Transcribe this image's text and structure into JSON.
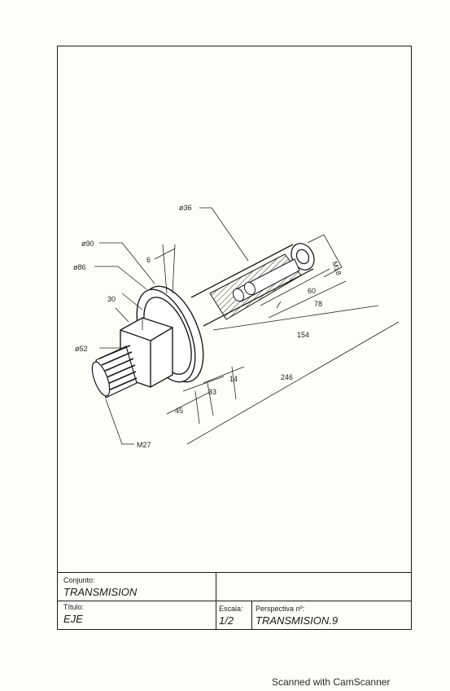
{
  "drawing": {
    "dimensions": {
      "d90": "ø90",
      "d86": "ø86",
      "d36": "ø36",
      "d52": "ø52",
      "m27": "M27",
      "m18": "M18",
      "w6": "6",
      "w30": "30",
      "w14": "14",
      "w33": "33",
      "w45": "45",
      "l60": "60",
      "l78": "78",
      "l154": "154",
      "l246": "246"
    }
  },
  "title_block": {
    "conjunto_label": "Conjunto:",
    "conjunto_value": "TRANSMISION",
    "titulo_label": "Título:",
    "titulo_value": "EJE",
    "escala_label": "Escala:",
    "escala_value": "1/2",
    "perspectiva_label": "Perspectiva nº:",
    "perspectiva_value": "TRANSMISION.9"
  },
  "footer": {
    "scanner_text": "Scanned with CamScanner"
  }
}
